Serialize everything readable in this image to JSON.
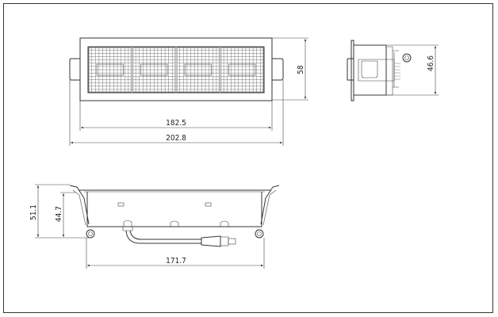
{
  "drawing": {
    "front_view": {
      "height_dim": "58",
      "inner_width_dim": "182.5",
      "overall_width_dim": "202.8",
      "cells": 4
    },
    "side_view": {
      "depth_dim": "46.6"
    },
    "bottom_view": {
      "overall_height_dim": "51.1",
      "body_height_dim": "44.7",
      "width_dim": "171.7"
    }
  }
}
